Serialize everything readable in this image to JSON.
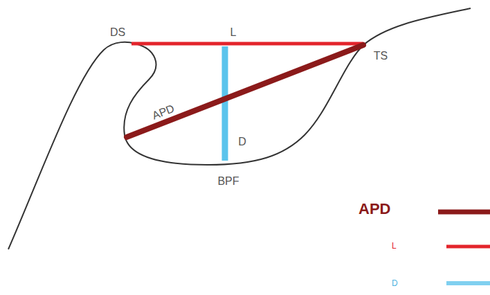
{
  "diagram": {
    "labels": [
      "DS",
      "L",
      "TS",
      "APD",
      "D",
      "BPF"
    ],
    "legend": [
      {
        "text": "APD"
      },
      {
        "text": "L"
      },
      {
        "text": "D"
      }
    ]
  }
}
